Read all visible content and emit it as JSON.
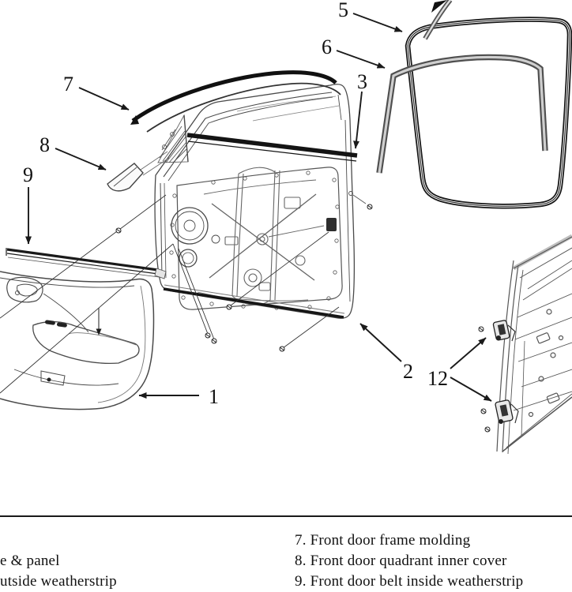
{
  "figure": {
    "kind": "exploded parts line-drawing"
  },
  "callouts": {
    "n1": "1",
    "n2": "2",
    "n3": "3",
    "n5": "5",
    "n6": "6",
    "n7": "7",
    "n8": "8",
    "n9": "9",
    "n12": "12"
  },
  "legend": {
    "right_items": [
      "7. Front door frame molding",
      "8. Front door quadrant inner cover",
      "9. Front door belt inside weatherstrip"
    ],
    "left_items_partial": [
      "e & panel",
      "utside weatherstrip"
    ]
  },
  "colors": {
    "background": "#ffffff",
    "ink_black": "#1a1a1a",
    "line_gray": "#4a4a4a",
    "light_gray": "#777777"
  }
}
